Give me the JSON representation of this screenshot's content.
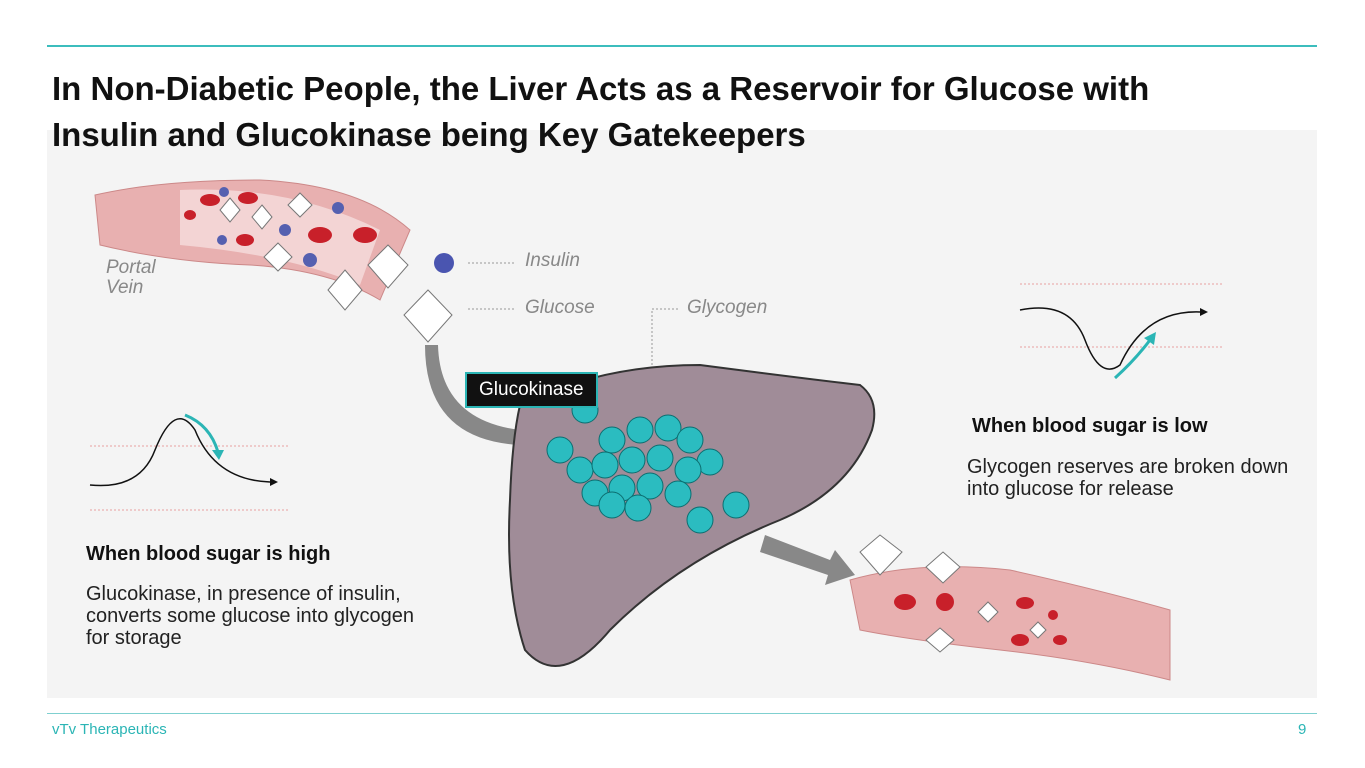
{
  "title": "In Non-Diabetic People, the Liver Acts as a Reservoir for Glucose with Insulin and Glucokinase being Key Gatekeepers",
  "labels": {
    "portal_vein": "Portal Vein",
    "insulin": "Insulin",
    "glucose": "Glucose",
    "glycogen": "Glycogen",
    "glucokinase": "Glucokinase"
  },
  "high": {
    "heading": "When blood sugar is high",
    "bold": "Glucokinase",
    "text": ", in presence of insulin, converts some glucose into glycogen for storage"
  },
  "low": {
    "heading": "When blood sugar is low",
    "text": "Glycogen reserves are broken down into glucose for release"
  },
  "footer": {
    "company": "vTv Therapeutics",
    "page": "9"
  },
  "colors": {
    "accent": "#2bb5b5",
    "vessel": "#e8aeae",
    "liver": "#9e8a96",
    "glycogen": "#2bbcc0"
  }
}
